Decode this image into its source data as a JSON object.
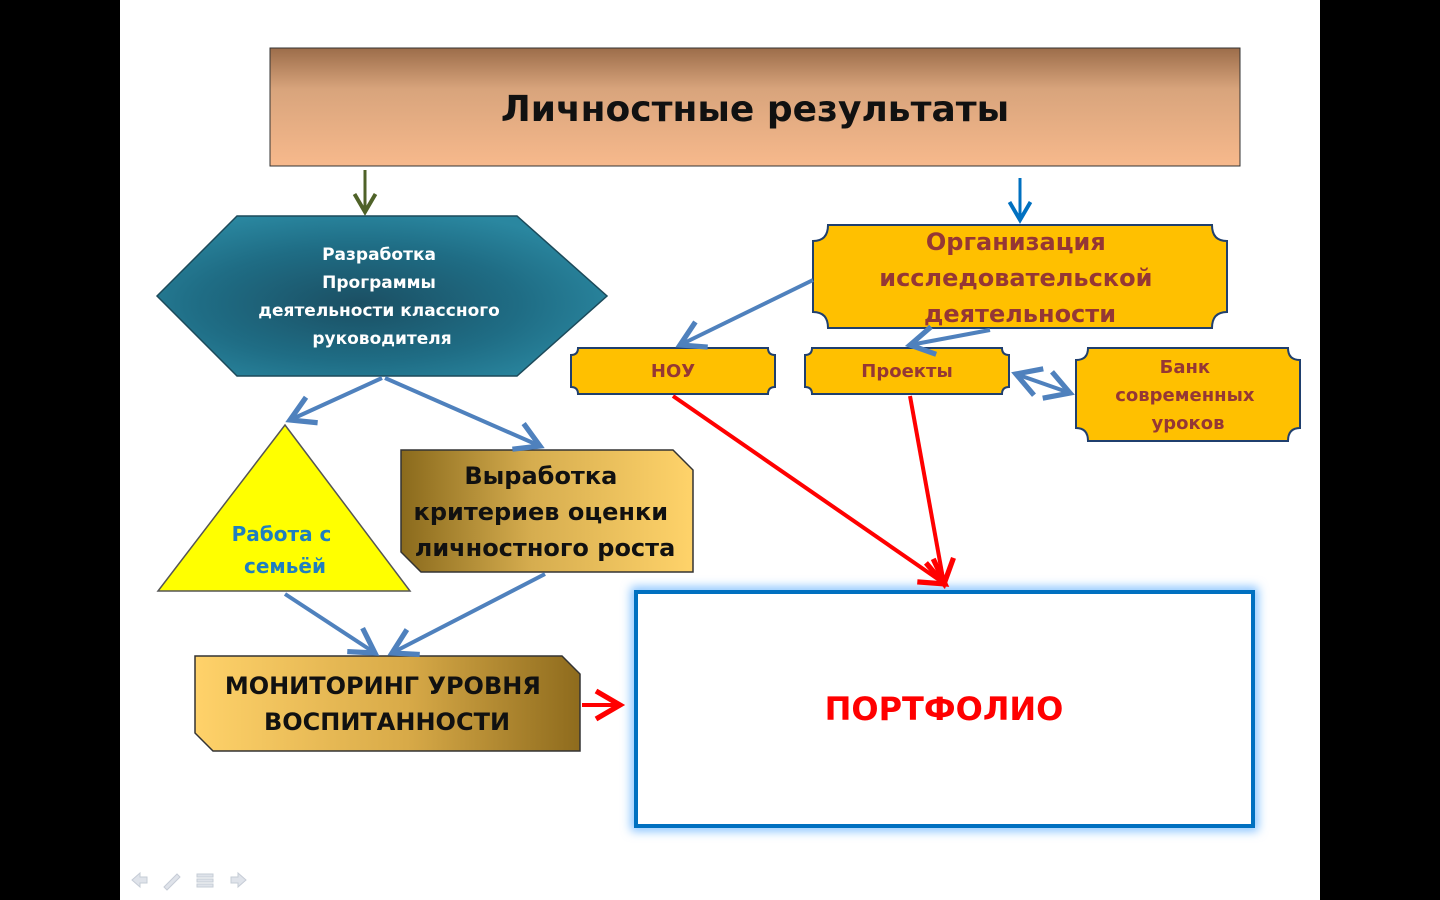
{
  "diagram": {
    "title": "Личностные результаты",
    "program_node": [
      "Разработка",
      "Программы",
      "деятельности классного",
      "руководителя"
    ],
    "research_node": [
      "Организация",
      "исследовательской",
      "деятельности"
    ],
    "nou_node": "НОУ",
    "projects_node": "Проекты",
    "bank_node": [
      "Банк",
      "современных",
      "уроков"
    ],
    "family_node": [
      "Работа с",
      "семьёй"
    ],
    "criteria_node": [
      "Выработка",
      "критериев оценки",
      "личностного роста"
    ],
    "monitoring_node": [
      "МОНИТОРИНГ УРОВНЯ",
      "ВОСПИТАННОСТИ"
    ],
    "portfolio_node": "ПОРТФОЛИО"
  },
  "colors": {
    "title_fill": "#e8b48c",
    "program_fill": "#1f6e86",
    "research_fill": "#ffc000",
    "family_fill": "#ffff00",
    "gold_fill": "#d9a94a",
    "blue_arrow": "#4f81bd",
    "red_arrow": "#ff0000",
    "green_arrow": "#4f6228",
    "portfolio_border": "#0070c0"
  }
}
